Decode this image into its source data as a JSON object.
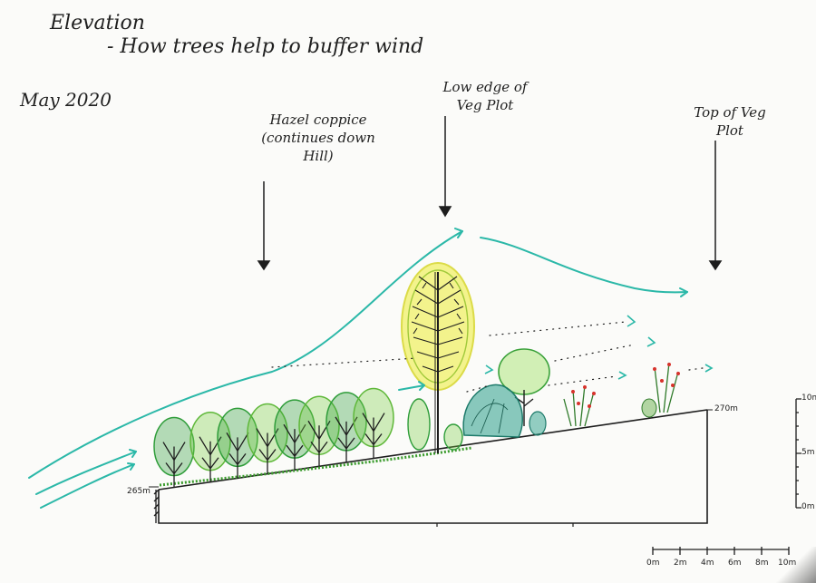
{
  "title": {
    "line1": "Elevation",
    "line2": "- How trees help to buffer wind"
  },
  "date": "May 2020",
  "annotations": {
    "hazel": [
      "Hazel coppice",
      "(continues down",
      "Hill)"
    ],
    "low_edge": [
      "Low edge of",
      "Veg Plot"
    ],
    "top_plot": [
      "Top of Veg",
      "Plot"
    ]
  },
  "elevation_labels": {
    "low": "265m",
    "high": "270m"
  },
  "vertical_scale": {
    "ticks": [
      "10m",
      "5m",
      "0m"
    ]
  },
  "horizontal_scale": {
    "ticks": [
      "0m",
      "2m",
      "4m",
      "6m",
      "8m",
      "10m"
    ]
  },
  "colors": {
    "ink": "#1d1d1d",
    "wind": "#2bb8a8",
    "grass": "#3a9b2c",
    "tree_green": "#2f9d3a",
    "light_green": "#7ccf45",
    "yellow": "#e4e43c",
    "teal_shrub": "#2a9f8a",
    "red_berries": "#d8322c"
  }
}
